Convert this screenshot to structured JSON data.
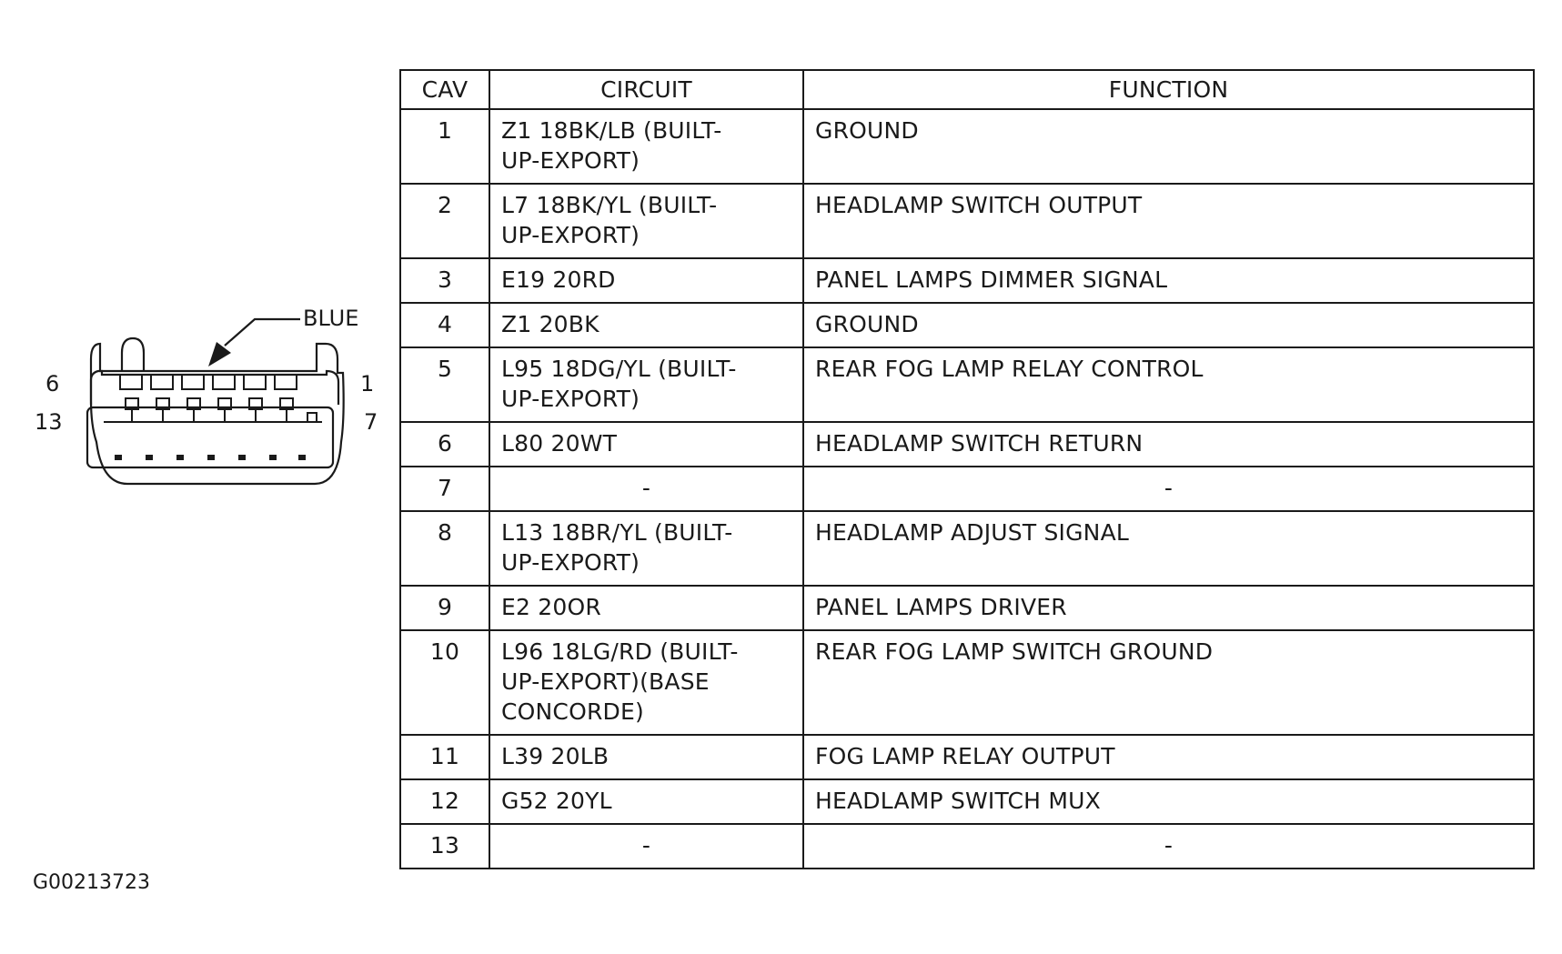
{
  "connector": {
    "color_label": "BLUE",
    "top_left_pin": "6",
    "top_right_pin": "1",
    "bottom_left_pin": "13",
    "bottom_right_pin": "7"
  },
  "table": {
    "headers": {
      "cav": "CAV",
      "circuit": "CIRCUIT",
      "function": "FUNCTION"
    },
    "rows": [
      {
        "cav": "1",
        "circuit": "Z1 18BK/LB (BUILT-UP-EXPORT)",
        "function": "GROUND"
      },
      {
        "cav": "2",
        "circuit": "L7 18BK/YL (BUILT-UP-EXPORT)",
        "function": "HEADLAMP SWITCH OUTPUT"
      },
      {
        "cav": "3",
        "circuit": "E19 20RD",
        "function": "PANEL LAMPS DIMMER SIGNAL"
      },
      {
        "cav": "4",
        "circuit": "Z1 20BK",
        "function": "GROUND"
      },
      {
        "cav": "5",
        "circuit": "L95 18DG/YL (BUILT-UP-EXPORT)",
        "function": "REAR FOG LAMP RELAY CONTROL"
      },
      {
        "cav": "6",
        "circuit": "L80 20WT",
        "function": "HEADLAMP SWITCH RETURN"
      },
      {
        "cav": "7",
        "circuit": "-",
        "function": "-"
      },
      {
        "cav": "8",
        "circuit": "L13 18BR/YL (BUILT-UP-EXPORT)",
        "function": "HEADLAMP ADJUST SIGNAL"
      },
      {
        "cav": "9",
        "circuit": "E2 20OR",
        "function": "PANEL LAMPS DRIVER"
      },
      {
        "cav": "10",
        "circuit": "L96 18LG/RD (BUILT-UP-EXPORT)(BASE CONCORDE)",
        "function": "REAR FOG LAMP SWITCH GROUND"
      },
      {
        "cav": "11",
        "circuit": "L39 20LB",
        "function": "FOG LAMP RELAY OUTPUT"
      },
      {
        "cav": "12",
        "circuit": "G52 20YL",
        "function": "HEADLAMP SWITCH MUX"
      },
      {
        "cav": "13",
        "circuit": "-",
        "function": "-"
      }
    ]
  },
  "figure_code": "G00213723"
}
